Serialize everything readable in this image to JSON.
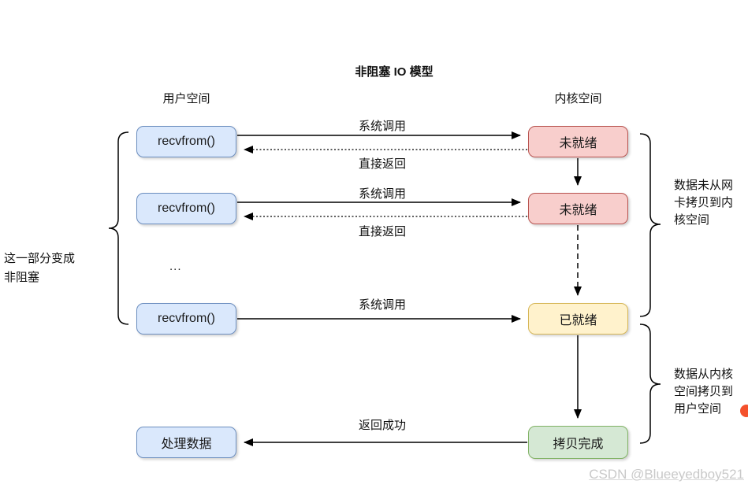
{
  "title": "非阻塞 IO 模型",
  "headers": {
    "user": "用户空间",
    "kernel": "内核空间"
  },
  "boxes": {
    "recvfrom1": "recvfrom()",
    "recvfrom2": "recvfrom()",
    "recvfrom3": "recvfrom()",
    "process_data": "处理数据",
    "not_ready1": "未就绪",
    "not_ready2": "未就绪",
    "ready": "已就绪",
    "copy_done": "拷贝完成"
  },
  "arrows": {
    "syscall1": "系统调用",
    "direct_return1": "直接返回",
    "syscall2": "系统调用",
    "direct_return2": "直接返回",
    "syscall3": "系统调用",
    "return_success": "返回成功"
  },
  "ellipsis": "...",
  "annotations": {
    "left_note": "这一部分变成\n非阻塞",
    "right_top_note": "数据未从网\n卡拷贝到内\n核空间",
    "right_bottom_note": "数据从内核\n空间拷贝到\n用户空间"
  },
  "watermark": "CSDN @Blueeyedboy521",
  "colors": {
    "user_box_fill": "#dae8fc",
    "user_box_border": "#6c8ebf",
    "not_ready_fill": "#f8cecc",
    "not_ready_border": "#b85450",
    "ready_fill": "#fff2cc",
    "ready_border": "#d6b656",
    "copy_done_fill": "#d5e8d4",
    "copy_done_border": "#82b366"
  }
}
